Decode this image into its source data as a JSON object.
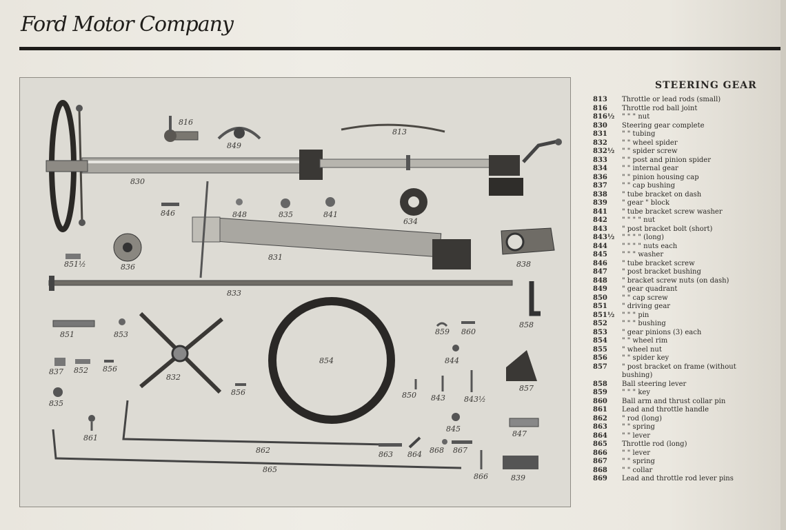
{
  "header": {
    "brand": "Ford Motor Company"
  },
  "catalog": {
    "title": "STEERING GEAR",
    "parts": [
      {
        "num": "813",
        "desc": "Throttle or lead rods (small)"
      },
      {
        "num": "816",
        "desc": "Throttle rod ball joint"
      },
      {
        "num": "816½",
        "desc": "\"    \"    \"    nut"
      },
      {
        "num": "830",
        "desc": "Steering gear complete"
      },
      {
        "num": "831",
        "desc": "\"    \"    tubing"
      },
      {
        "num": "832",
        "desc": "\"    \"    wheel spider"
      },
      {
        "num": "832½",
        "desc": "\"    \"    spider screw"
      },
      {
        "num": "833",
        "desc": "\"    \"    post and pinion spider"
      },
      {
        "num": "834",
        "desc": "\"    \"    internal gear"
      },
      {
        "num": "836",
        "desc": "\"    \"    pinion housing cap"
      },
      {
        "num": "837",
        "desc": "\"    \"    cap bushing"
      },
      {
        "num": "838",
        "desc": "\"    tube bracket on dash"
      },
      {
        "num": "839",
        "desc": "\"    gear    \"    block"
      },
      {
        "num": "841",
        "desc": "\"    tube bracket screw washer"
      },
      {
        "num": "842",
        "desc": "\"    \"    \"    \"    nut"
      },
      {
        "num": "843",
        "desc": "\"    post bracket bolt (short)"
      },
      {
        "num": "843½",
        "desc": "\"    \"    \"    \"    (long)"
      },
      {
        "num": "844",
        "desc": "\"    \"    \"    \"    nuts each"
      },
      {
        "num": "845",
        "desc": "\"    \"    \"    washer"
      },
      {
        "num": "846",
        "desc": "\"    tube bracket screw"
      },
      {
        "num": "847",
        "desc": "\"    post bracket bushing"
      },
      {
        "num": "848",
        "desc": "\"    bracket screw nuts (on dash)"
      },
      {
        "num": "849",
        "desc": "\"    gear quadrant"
      },
      {
        "num": "850",
        "desc": "\"    \"    cap screw"
      },
      {
        "num": "851",
        "desc": "\"    driving gear"
      },
      {
        "num": "851½",
        "desc": "\"    \"    \"    pin"
      },
      {
        "num": "852",
        "desc": "\"    \"    \"    bushing"
      },
      {
        "num": "853",
        "desc": "\"    gear pinions (3) each"
      },
      {
        "num": "854",
        "desc": "\"    \"    wheel rim"
      },
      {
        "num": "855",
        "desc": "\"    wheel nut"
      },
      {
        "num": "856",
        "desc": "\"    \"    spider key"
      },
      {
        "num": "857",
        "desc": "\"    post bracket on frame (without"
      },
      {
        "num": "",
        "desc": "bushing)"
      },
      {
        "num": "858",
        "desc": "Ball steering lever"
      },
      {
        "num": "859",
        "desc": "\"    \"    \"    key"
      },
      {
        "num": "860",
        "desc": "Ball arm and thrust collar pin"
      },
      {
        "num": "861",
        "desc": "Lead and throttle handle"
      },
      {
        "num": "862",
        "desc": "\"    rod (long)"
      },
      {
        "num": "863",
        "desc": "\"    \"    spring"
      },
      {
        "num": "864",
        "desc": "\"    \"    lever"
      },
      {
        "num": "865",
        "desc": "Throttle rod (long)"
      },
      {
        "num": "866",
        "desc": "\"    \"    lever"
      },
      {
        "num": "867",
        "desc": "\"    \"    spring"
      },
      {
        "num": "868",
        "desc": "\"    \"    collar"
      },
      {
        "num": "869",
        "desc": "Lead and throttle rod lever pins"
      }
    ]
  },
  "figure": {
    "labels": [
      "816",
      "849",
      "813",
      "830",
      "846",
      "848",
      "835",
      "841",
      "634",
      "851½",
      "836",
      "831",
      "838",
      "833",
      "858",
      "851",
      "853",
      "859",
      "860",
      "837",
      "852",
      "856",
      "832",
      "854",
      "844",
      "835",
      "856",
      "850",
      "843",
      "843½",
      "857",
      "861",
      "862",
      "845",
      "847",
      "863",
      "864",
      "868",
      "867",
      "865",
      "866",
      "839"
    ]
  }
}
